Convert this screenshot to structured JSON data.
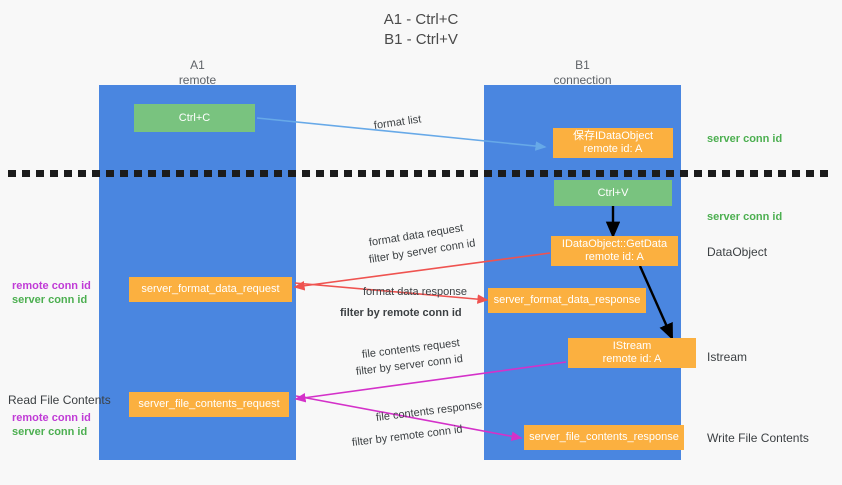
{
  "title": {
    "line1": "A1 - Ctrl+C",
    "line2": "B1 - Ctrl+V"
  },
  "lanes": [
    {
      "id": "a1",
      "name": "A1",
      "role": "remote"
    },
    {
      "id": "b1",
      "name": "B1",
      "role": "connection"
    }
  ],
  "boxes": {
    "ctrl_c": "Ctrl+C",
    "save_dataobject_l1": "保存IDataObject",
    "save_dataobject_l2": "remote id: A",
    "ctrl_v": "Ctrl+V",
    "getdata_l1": "IDataObject::GetData",
    "getdata_l2": "remote id: A",
    "format_data_request": "server_format_data_request",
    "format_data_response": "server_format_data_response",
    "istream_l1": "IStream",
    "istream_l2": "remote id: A",
    "file_contents_request": "server_file_contents_request",
    "file_contents_response": "server_file_contents_response"
  },
  "right_labels": {
    "server_conn_id_1": "server conn id",
    "server_conn_id_2": "server conn id",
    "dataobject": "DataObject",
    "istream": "Istream",
    "write_file_contents": "Write File Contents"
  },
  "left_labels": {
    "remote_conn_id_1": "remote conn id",
    "server_conn_id_1": "server conn id",
    "read_file_contents": "Read File Contents",
    "remote_conn_id_2": "remote conn id",
    "server_conn_id_2": "server conn id"
  },
  "arrow_labels": {
    "format_list": "format list",
    "format_data_request": "format data request",
    "format_data_request_filter_prefix": "filter by ",
    "format_data_request_filter_key": "server conn id",
    "format_data_response": "format data response",
    "format_data_response_filter_prefix": "filter by ",
    "format_data_response_filter_key": "remote conn id",
    "file_contents_request": "file contents request",
    "file_contents_request_filter_prefix": "filter by ",
    "file_contents_request_filter_key": "server conn id",
    "file_contents_response": "file contents response",
    "file_contents_response_filter_prefix": "filter by ",
    "file_contents_response_filter_key": "remote conn id"
  },
  "colors": {
    "lane": "#4a86e0",
    "box_orange": "#fbb040",
    "box_green": "#79c37f",
    "server_conn_id": "#4caf50",
    "remote_conn_id": "#c03bd6",
    "arrow_blue": "#67a9e8",
    "arrow_red": "#ef5350",
    "arrow_magenta": "#d431c9",
    "arrow_black": "#000000",
    "background": "#f8f8f8"
  }
}
